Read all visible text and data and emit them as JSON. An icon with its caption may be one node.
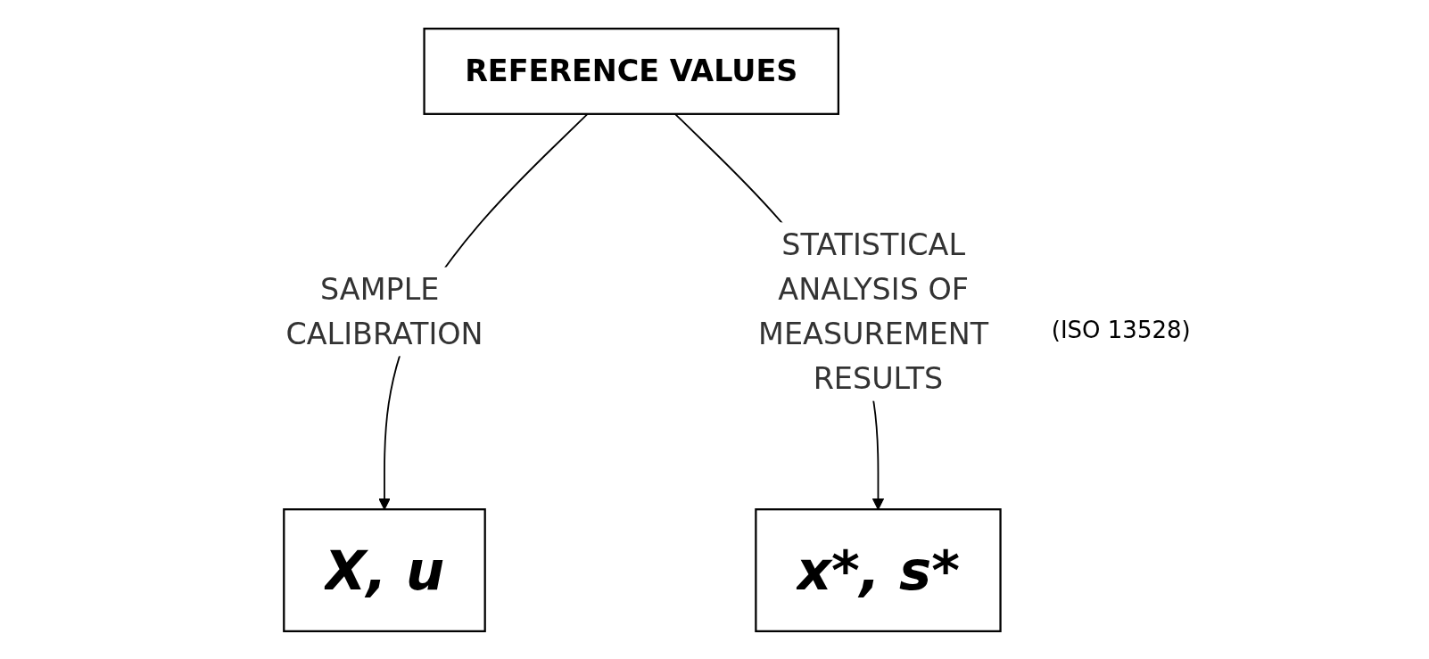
{
  "diagram": {
    "nodes": [
      {
        "text": [
          "REFERENCE VALUES"
        ]
      },
      {
        "text": [
          "X, u"
        ]
      },
      {
        "text": [
          "x*, s*"
        ]
      }
    ],
    "edges": [
      {
        "from": 0,
        "to": 1,
        "arrow": "to",
        "label": "SAMPLE CALIBRATION"
      },
      {
        "from": 0,
        "to": 2,
        "arrow": "to",
        "label": "STATISTICAL ANALYSIS OF MEASUREMENT RESULTS"
      }
    ],
    "labels": [
      "(ISO 13528)"
    ]
  }
}
